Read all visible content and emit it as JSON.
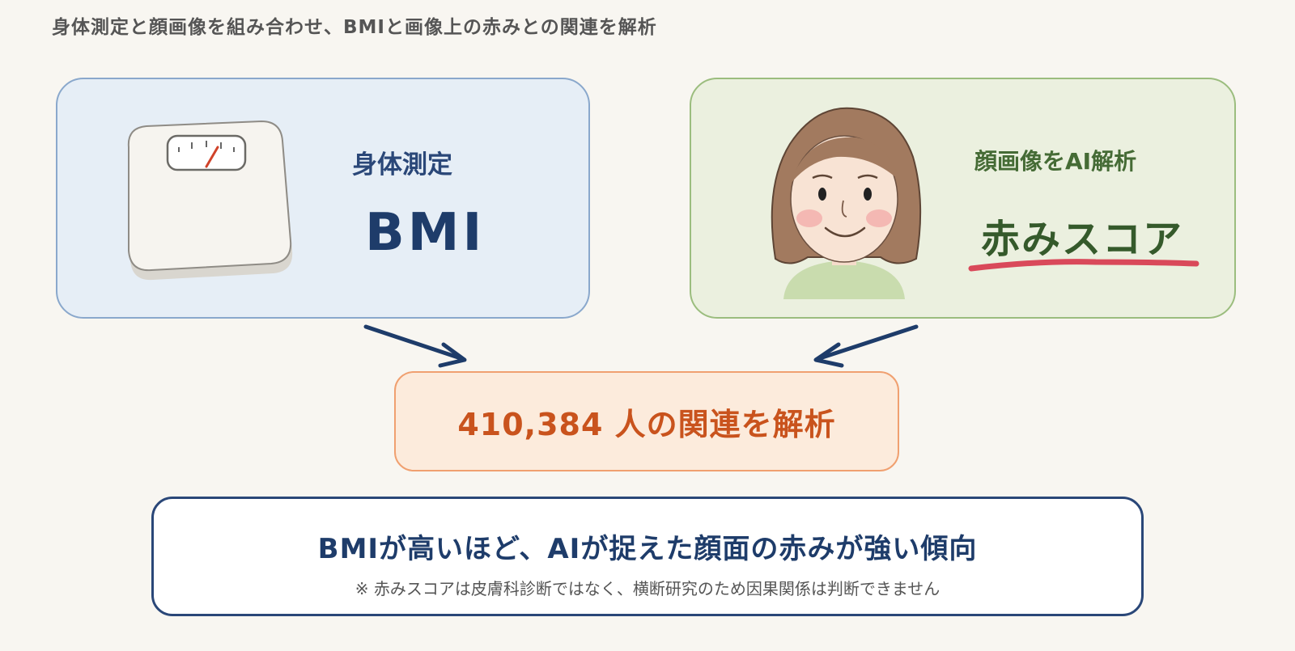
{
  "header": {
    "title": "身体測定と顔画像を組み合わせ、BMIと画像上の赤みとの関連を解析"
  },
  "left_panel": {
    "caption": "身体測定",
    "value": "BMI",
    "icon": "bathroom-scale-icon"
  },
  "right_panel": {
    "caption": "顔画像をAI解析",
    "value": "赤みスコア",
    "icon": "smiling-woman-face-illustration"
  },
  "center": {
    "text": "410,384 人の関連を解析"
  },
  "conclusion": {
    "main": "BMIが高いほど、AIが捉えた顔面の赤みが強い傾向",
    "note": "※ 赤みスコアは皮膚科診断ではなく、横断研究のため因果関係は判断できません"
  },
  "colors": {
    "left_panel_bg": "#e6eef6",
    "right_panel_bg": "#ebf0df",
    "center_accent": "#c9531d",
    "navy": "#1e3c6a",
    "green_text": "#355a2b",
    "underline_red": "#d9495a"
  }
}
